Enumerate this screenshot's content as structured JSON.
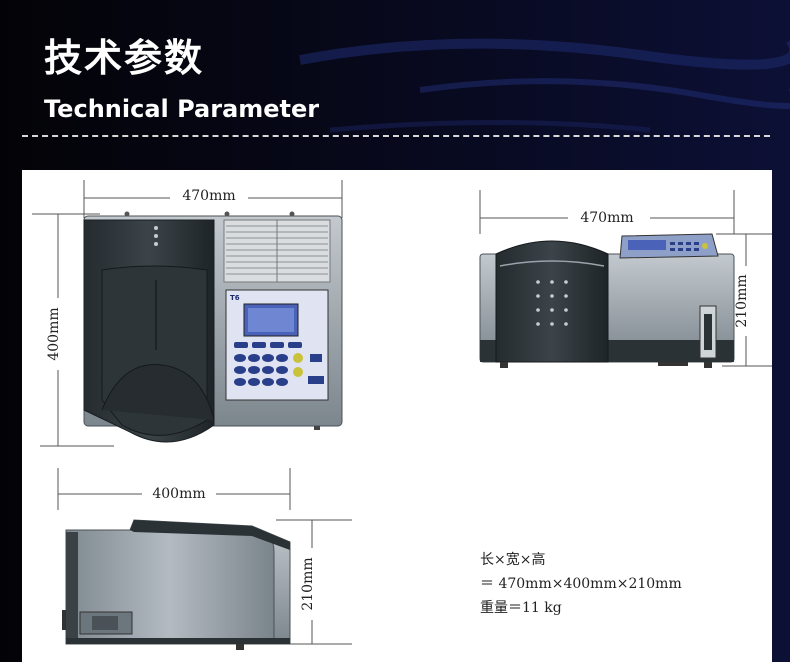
{
  "header": {
    "title_cn": "技术参数",
    "title_en": "Technical Parameter"
  },
  "diagrams": {
    "front": {
      "width_label": "470mm",
      "height_label": "400mm",
      "display_brand": "T6"
    },
    "side_right": {
      "width_label": "470mm",
      "height_label": "210mm"
    },
    "side_bottom": {
      "width_label": "400mm",
      "height_label": "210mm"
    }
  },
  "specs": {
    "line1": "长×宽×高",
    "line2": "＝ 470mm×400mm×210mm",
    "line3": "重量＝11 kg"
  },
  "colors": {
    "background": "#05060c",
    "panel": "#ffffff",
    "device_dark": "#2b3236",
    "device_gray": "#9aa3aa",
    "keypad_blue": "#2a3f8a",
    "screen_blue": "#4a63b8"
  }
}
